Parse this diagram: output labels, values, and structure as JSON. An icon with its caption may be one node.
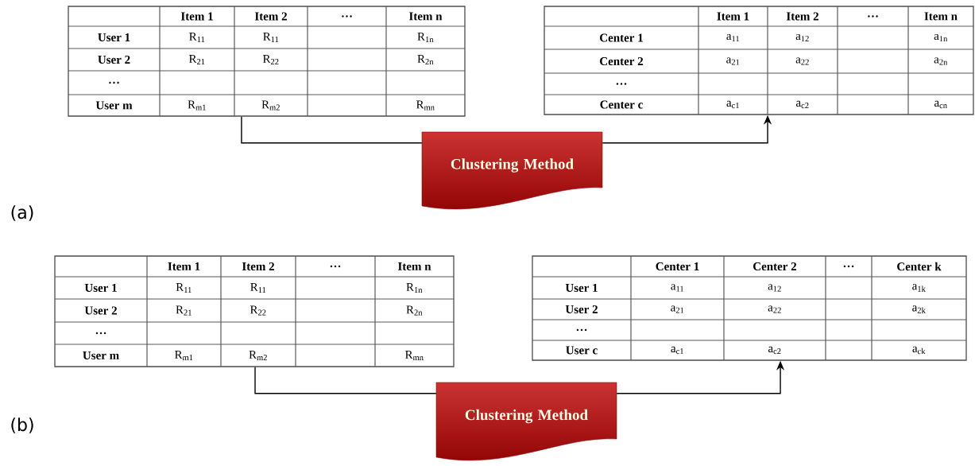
{
  "diagram": {
    "nodes": [
      {
        "text": [
          "Item 1",
          "Item 2",
          "…",
          "Item n",
          "User 1",
          "R$_{11}$",
          "R$_{11}$",
          "R$_{1n}$",
          "User 2",
          "R$_{21}$",
          "R$_{22}$",
          "R$_{2n}$",
          "…",
          "User m",
          "R$_{m1}$",
          "R$_{m2}$",
          "R$_{mn}$"
        ]
      },
      {
        "text": [
          "Item 1",
          "Item 2",
          "…",
          "Item n",
          "Center 1",
          "a$_{11}$",
          "a$_{12}$",
          "a$_{1n}$",
          "Center 2",
          "a$_{21}$",
          "a$_{22}$",
          "a$_{2n}$",
          "…",
          "Center c",
          "a$_{c1}$",
          "a$_{c2}$",
          "a$_{cn}$"
        ]
      },
      {
        "text": [
          "Clustering Method"
        ]
      },
      {
        "text": [
          "Item 1",
          "Item 2",
          "…",
          "Item n",
          "User 1",
          "R$_{11}$",
          "R$_{11}$",
          "R$_{1n}$",
          "User 2",
          "R$_{21}$",
          "R$_{22}$",
          "R$_{2n}$",
          "…",
          "User m",
          "R$_{m1}$",
          "R$_{m2}$",
          "R$_{mn}$"
        ]
      },
      {
        "text": [
          "Center 1",
          "Center 2",
          "…",
          "Center k",
          "User 1",
          "a$_{11}$",
          "a$_{12}$",
          "a$_{1k}$",
          "User 2",
          "a$_{21}$",
          "a$_{22}$",
          "a$_{2k}$",
          "…",
          "User c",
          "a$_{c1}$",
          "a$_{c2}$",
          "a$_{ck}$"
        ]
      },
      {
        "text": [
          "Clustering Method"
        ]
      }
    ],
    "edges": [
      {
        "from": 0,
        "to": 2,
        "arrow": "none"
      },
      {
        "from": 2,
        "to": 1,
        "arrow": "to"
      },
      {
        "from": 3,
        "to": 5,
        "arrow": "none"
      },
      {
        "from": 5,
        "to": 4,
        "arrow": "to"
      }
    ],
    "labels": [
      "(a)",
      "(b)"
    ]
  }
}
